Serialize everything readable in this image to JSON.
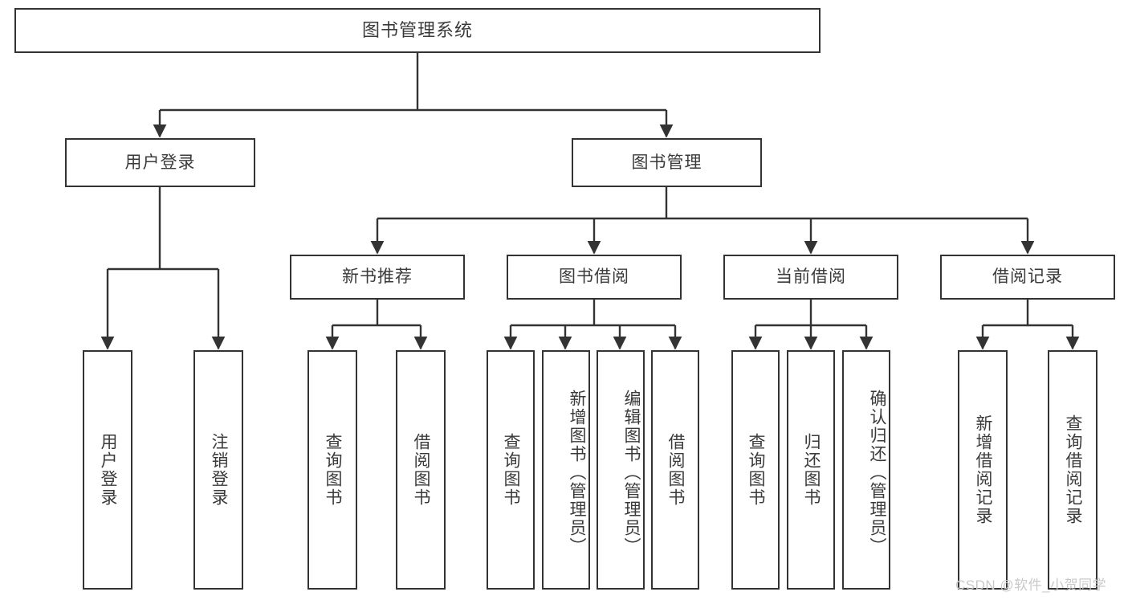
{
  "diagram": {
    "title": "图书管理系统",
    "type": "tree",
    "stroke_color": "#333333",
    "text_color": "#3a3a3a",
    "background_color": "#ffffff"
  },
  "root": {
    "label": "图书管理系统"
  },
  "level2": [
    {
      "id": "user-login",
      "label": "用户登录"
    },
    {
      "id": "book-management",
      "label": "图书管理"
    }
  ],
  "level3": [
    {
      "id": "new-book-recommend",
      "label": "新书推荐"
    },
    {
      "id": "book-borrow",
      "label": "图书借阅"
    },
    {
      "id": "current-borrow",
      "label": "当前借阅"
    },
    {
      "id": "borrow-record",
      "label": "借阅记录"
    }
  ],
  "leaves": {
    "user_login": [
      {
        "id": "leaf-user-login",
        "label": "用户登录"
      },
      {
        "id": "leaf-logout-login",
        "label": "注销登录"
      }
    ],
    "new_book_recommend": [
      {
        "id": "leaf-query-book-1",
        "label": "查询图书"
      },
      {
        "id": "leaf-borrow-book-1",
        "label": "借阅图书"
      }
    ],
    "book_borrow": [
      {
        "id": "leaf-query-book-2",
        "label": "查询图书"
      },
      {
        "id": "leaf-add-book",
        "label": "新增图书（管理员）"
      },
      {
        "id": "leaf-edit-book",
        "label": "编辑图书（管理员）"
      },
      {
        "id": "leaf-borrow-book-2",
        "label": "借阅图书"
      }
    ],
    "current_borrow": [
      {
        "id": "leaf-query-book-3",
        "label": "查询图书"
      },
      {
        "id": "leaf-return-book",
        "label": "归还图书"
      },
      {
        "id": "leaf-confirm-return",
        "label": "确认归还（管理员）"
      }
    ],
    "borrow_record": [
      {
        "id": "leaf-add-record",
        "label": "新增借阅记录"
      },
      {
        "id": "leaf-query-record",
        "label": "查询借阅记录"
      }
    ]
  },
  "watermark": {
    "text": "CSDN @软件_小贺同学"
  }
}
